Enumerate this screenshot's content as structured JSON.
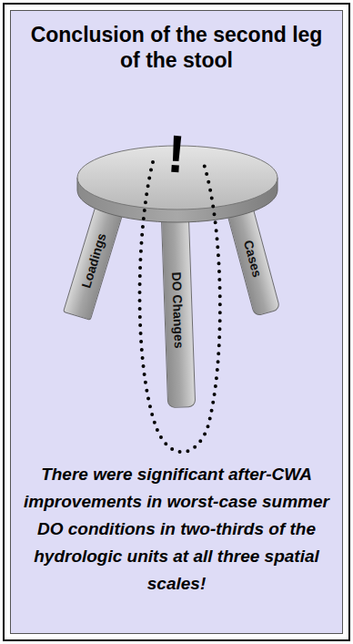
{
  "diagram": {
    "title": "Conclusion of the second leg of the stool",
    "caption": "There were significant after-CWA improvements in worst-case summer DO conditions in two-thirds of the hydrologic units at all three spatial scales!",
    "nodes": [
      {
        "text": [
          "Loadings"
        ]
      },
      {
        "text": [
          "DO Changes"
        ]
      },
      {
        "text": [
          "Cases"
        ]
      }
    ],
    "labels": [
      "!"
    ]
  }
}
